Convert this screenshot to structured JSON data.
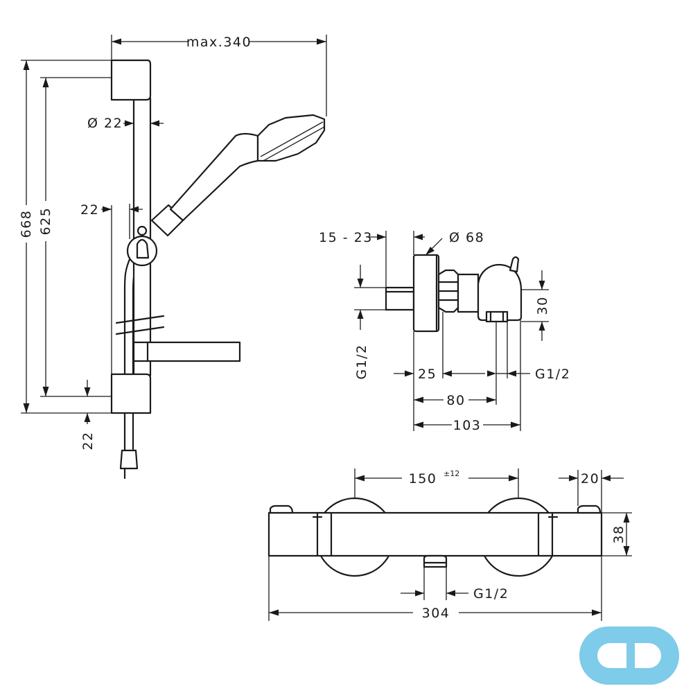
{
  "rail_set": {
    "width_label": "max.340",
    "overall_height_label": "668",
    "rail_length_label": "625",
    "rail_diameter_label": "Ø 22",
    "hose_offset_label": "22",
    "bottom_offset_label": "22"
  },
  "mixer_side": {
    "wall_depth_label": "15 - 23",
    "rosette_diameter_label": "Ø 68",
    "inlet_thread_label": "G1/2",
    "outlet_thread_label": "G1/2",
    "outlet_height_label": "30",
    "dim_25_label": "25",
    "dim_80_label": "80",
    "dim_103_label": "103"
  },
  "mixer_front": {
    "center_distance_label": "150",
    "center_tolerance_label": "±12",
    "end_cap_label": "20",
    "body_height_label": "38",
    "outlet_thread_label": "G1/2",
    "total_length_label": "304"
  },
  "colors": {
    "line": "#1a1a1a",
    "logo": "#7ecbea"
  },
  "logo_icon": "infinity-logo-icon"
}
